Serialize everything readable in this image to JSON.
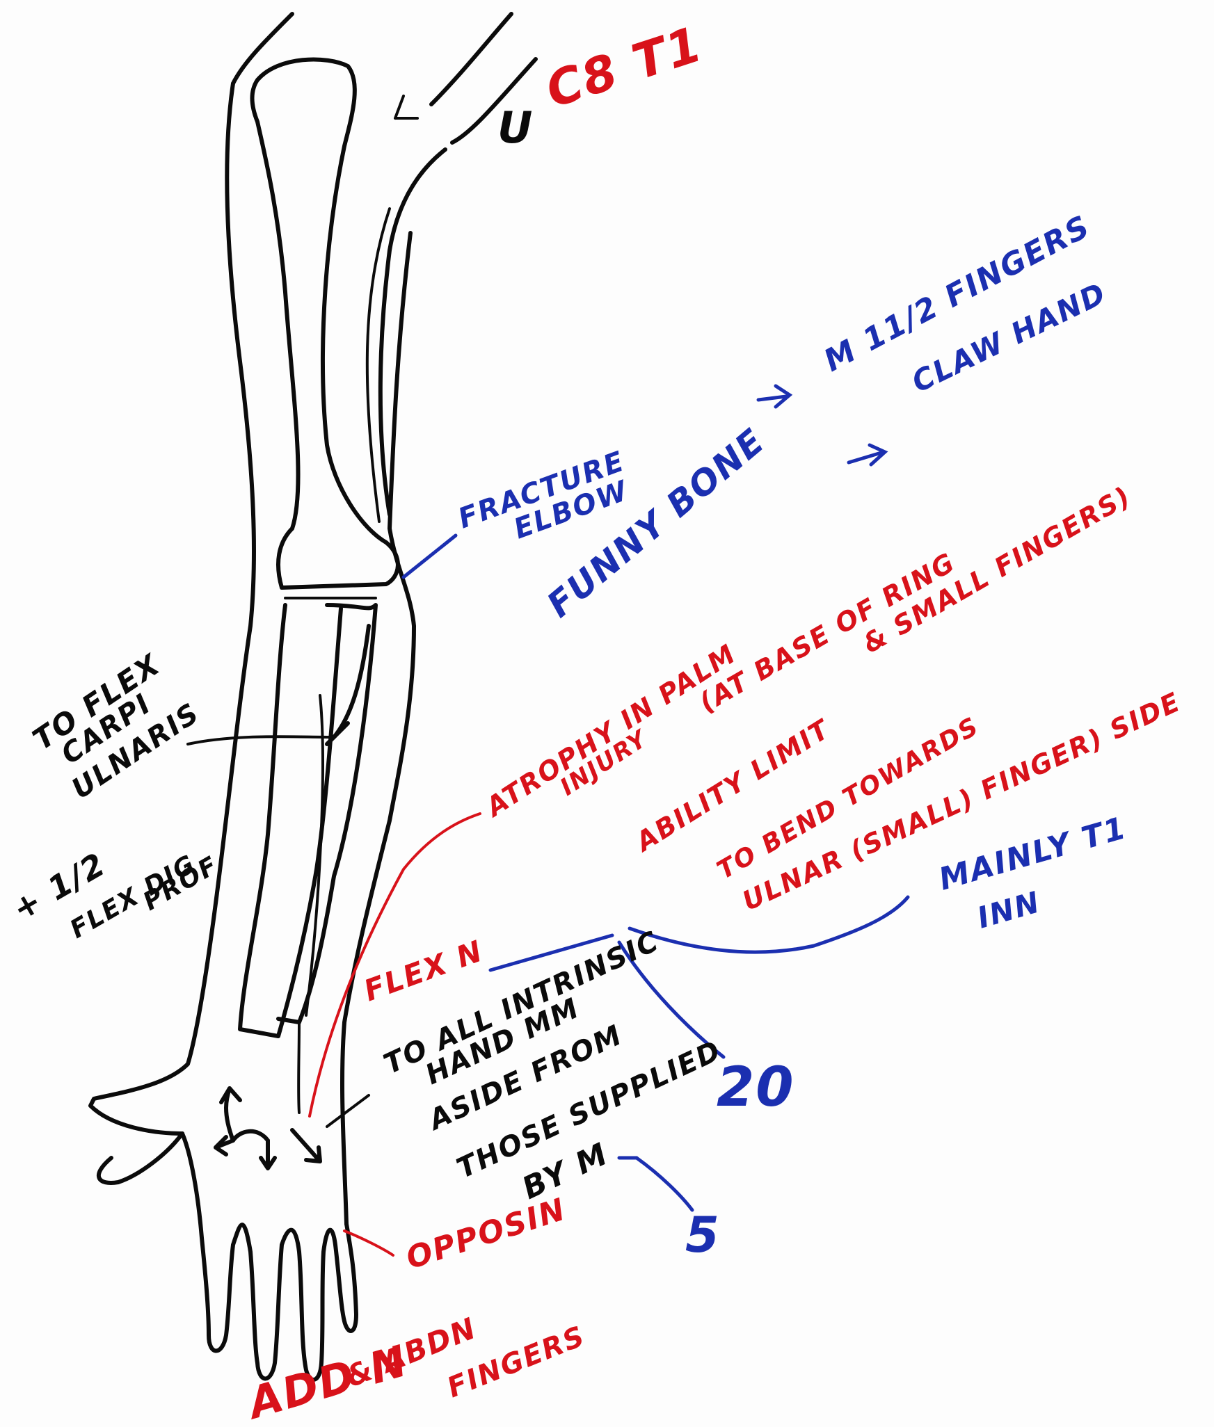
{
  "nerve": {
    "letter": "U",
    "roots": "C8 T1"
  },
  "labels": {
    "fracture": [
      "FRACTURE",
      "ELBOW"
    ],
    "funny_bone": "FUNNY BONE",
    "paralysis": "M 11/2 FINGERS",
    "claw": "CLAW HAND",
    "flex_carpi": [
      "TO FLEX",
      "CARPI",
      "ULNARIS"
    ],
    "flex_dig": [
      "+ 1/2",
      "FLEX DIG",
      "PROF"
    ],
    "atrophy": [
      "ATROPHY IN PALM",
      "INJURY"
    ],
    "atrophy_detail": [
      "(AT BASE OF RING",
      "& SMALL FINGERS)"
    ],
    "ability": [
      "ABILITY LIMIT",
      "TO BEND TOWARDS",
      "ULNAR (SMALL) FINGER) SIDE"
    ],
    "mainly": [
      "MAINLY T1",
      "INN"
    ],
    "flex_n": "FLEX N",
    "intrinsic": [
      "TO ALL INTRINSIC",
      "HAND MM",
      "ASIDE FROM",
      "THOSE SUPPLIED",
      "BY M"
    ],
    "count_total": "20",
    "count_median": "5",
    "opposition": "OPPOSIN",
    "add_abd": [
      "ADD N",
      "& ABDN",
      "FINGERS"
    ]
  },
  "colors": {
    "ink": "#0b0b0b",
    "red": "#d8121a",
    "blue": "#1b2fb0",
    "paper": "#fdfdfd"
  }
}
